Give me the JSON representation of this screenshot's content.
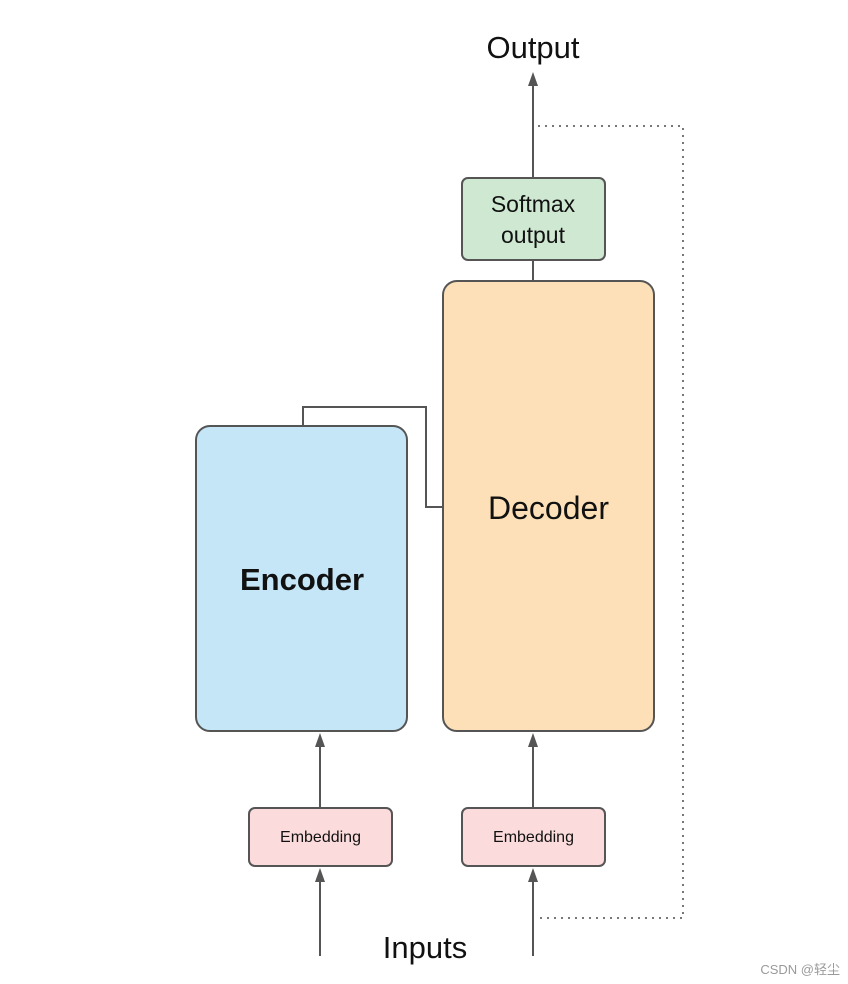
{
  "diagram": {
    "title_top": "Output",
    "title_bottom": "Inputs",
    "softmax": {
      "label": "Softmax\noutput",
      "fill": "#cfe8d2",
      "stroke": "#555555"
    },
    "encoder": {
      "label": "Encoder",
      "fill": "#c4e6f7",
      "stroke": "#555555"
    },
    "decoder": {
      "label": "Decoder",
      "fill": "#fde0b7",
      "stroke": "#555555"
    },
    "embedding_left": {
      "label": "Embedding",
      "fill": "#fbdbdb",
      "stroke": "#555555"
    },
    "embedding_right": {
      "label": "Embedding",
      "fill": "#fbdbdb",
      "stroke": "#555555"
    },
    "watermark": "CSDN @轻尘",
    "colors": {
      "line": "#555555",
      "text": "#111111"
    }
  }
}
